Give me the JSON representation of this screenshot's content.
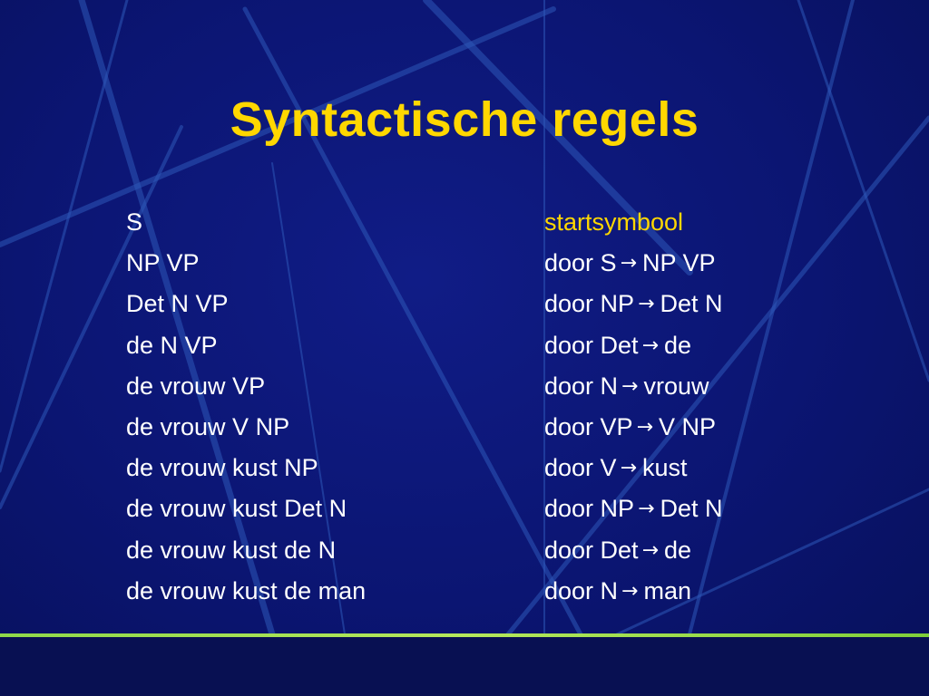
{
  "slide": {
    "title": "Syntactische regels",
    "derivations": [
      "S",
      "NP VP",
      "Det N VP",
      "de N VP",
      "de vrouw VP",
      "de vrouw V NP",
      "de vrouw kust NP",
      "de vrouw kust Det N",
      "de vrouw kust de N",
      "de vrouw kust de man"
    ],
    "start_label": "startsymbool",
    "rules": [
      {
        "prefix": "door S",
        "arrow": "→",
        "result": "NP VP"
      },
      {
        "prefix": "door NP",
        "arrow": "→",
        "result": "Det N"
      },
      {
        "prefix": "door Det",
        "arrow": "→",
        "result": "de"
      },
      {
        "prefix": "door N",
        "arrow": "→",
        "result": "vrouw"
      },
      {
        "prefix": "door VP",
        "arrow": "→",
        "result": "V NP"
      },
      {
        "prefix": "door V",
        "arrow": "→",
        "result": "kust"
      },
      {
        "prefix": "door NP",
        "arrow": "→",
        "result": "Det N"
      },
      {
        "prefix": "door Det",
        "arrow": "→",
        "result": "de"
      },
      {
        "prefix": "door N",
        "arrow": "→",
        "result": "man"
      }
    ]
  },
  "colors": {
    "background": "#0b1572",
    "title": "#ffd700",
    "text": "#ffffff",
    "highlight": "#ffd700",
    "rule_line": "#a6e052"
  }
}
